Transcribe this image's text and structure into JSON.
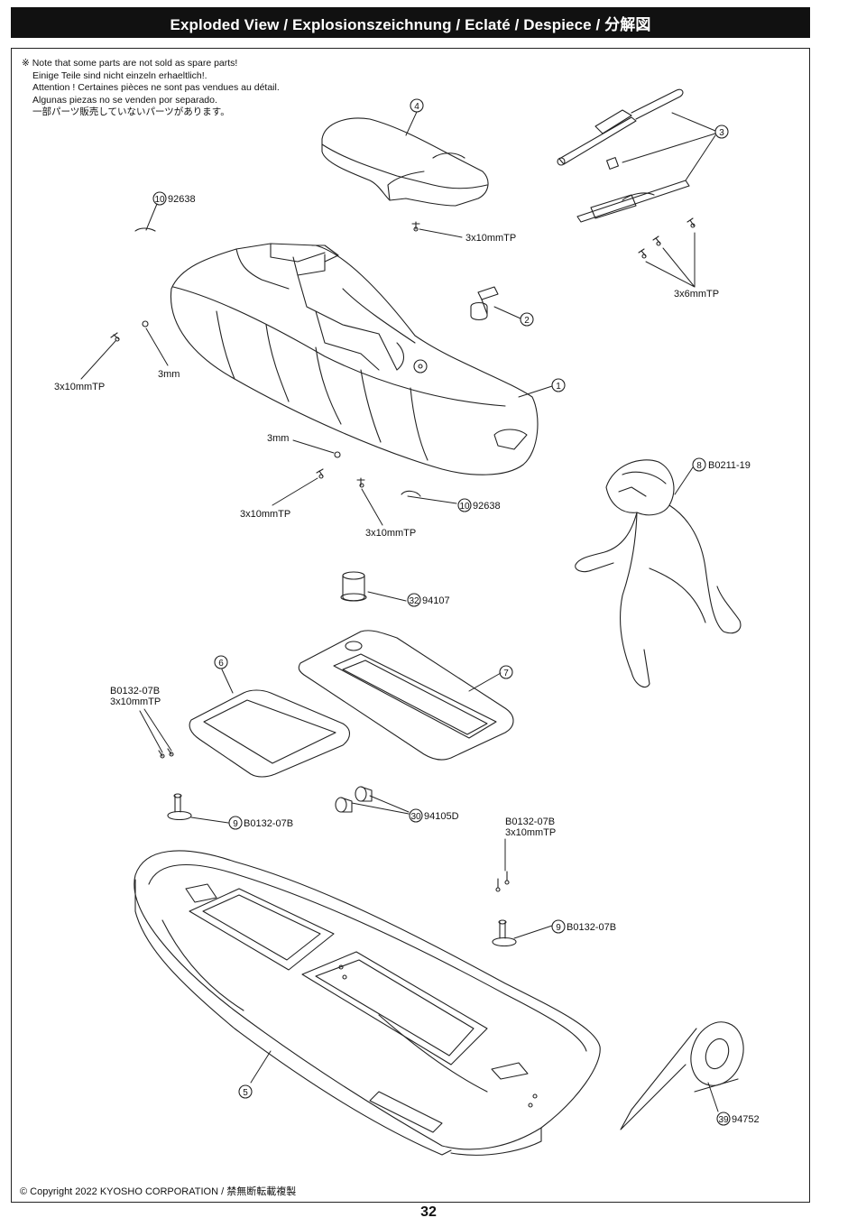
{
  "header": {
    "title": "Exploded View / Explosionszeichnung / Eclaté / Despiece / 分解図"
  },
  "notes": [
    "※ Note that some parts are not sold as spare parts!",
    "Einige Teile sind nicht einzeln erhaeltlich!.",
    "Attention ! Certaines pièces ne sont pas vendues au détail.",
    "Algunas piezas no se venden por separado.",
    "一部パーツ販売していないパーツがあります。"
  ],
  "callouts": {
    "c1": "1",
    "c2": "2",
    "c3": "3",
    "c4": "4",
    "c5": "5",
    "c6": "6",
    "c7": "7",
    "c8": "8",
    "c8_code": "B0211-19",
    "c9a": "9",
    "c9a_code": "B0132-07B",
    "c9b": "9",
    "c9b_code": "B0132-07B",
    "c10a": "10",
    "c10a_code": "92638",
    "c10b": "10",
    "c10b_code": "92638",
    "c30": "30",
    "c30_code": "94105D",
    "c32": "32",
    "c32_code": "94107",
    "c39": "39",
    "c39_code": "94752"
  },
  "labels": {
    "screw_3x10_a": "3x10mmTP",
    "screw_3x10_b": "3x10mmTP",
    "screw_3x10_c": "3x10mmTP",
    "screw_3x10_d": "3x10mmTP",
    "screw_3x6": "3x6mmTP",
    "washer_3mm_a": "3mm",
    "washer_3mm_b": "3mm",
    "left_code": "B0132-07B",
    "left_screw": "3x10mmTP",
    "right_code": "B0132-07B",
    "right_screw": "3x10mmTP"
  },
  "footer": {
    "copyright": "© Copyright 2022 KYOSHO CORPORATION / 禁無断転載複製",
    "page_number": "32"
  }
}
